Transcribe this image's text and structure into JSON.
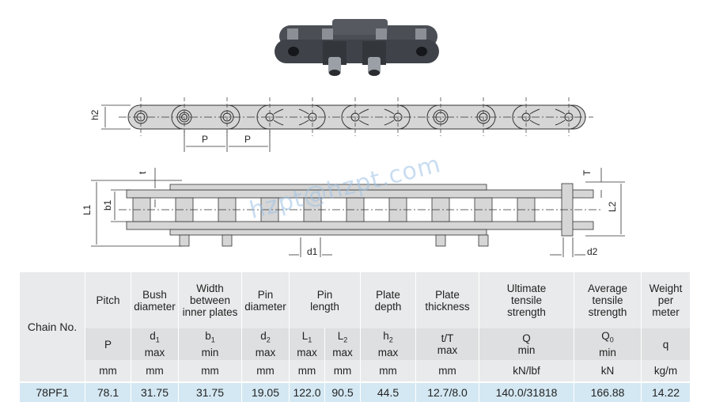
{
  "product": {
    "photo_label": "conveyor-chain-product-photo",
    "watermark": "hzpt@hzpt.com"
  },
  "diagrams": {
    "side_view": {
      "labels": {
        "height": "h2",
        "pitch_1": "P",
        "pitch_2": "P"
      }
    },
    "top_view": {
      "labels": {
        "inner_plate_thickness": "t",
        "outer_plate_thickness": "T",
        "inner_width": "b1",
        "pin_length_full": "L1",
        "pin_length_half": "L2",
        "bush_diameter": "d1",
        "pin_diameter": "d2"
      }
    }
  },
  "table": {
    "chain_no_header": "Chain No.",
    "columns": [
      {
        "name": "Pitch",
        "symbol": "P",
        "limit": "",
        "unit": "mm"
      },
      {
        "name": "Bush diameter",
        "symbol": "d1",
        "limit": "max",
        "unit": "mm"
      },
      {
        "name": "Width between inner plates",
        "symbol": "b1",
        "limit": "min",
        "unit": "mm"
      },
      {
        "name": "Pin diameter",
        "symbol": "d2",
        "limit": "max",
        "unit": "mm"
      },
      {
        "name": "Pin length",
        "symbol": "L1",
        "limit": "max",
        "unit": "mm"
      },
      {
        "name": "",
        "symbol": "L2",
        "limit": "max",
        "unit": "mm"
      },
      {
        "name": "Plate depth",
        "symbol": "h2",
        "limit": "max",
        "unit": "mm"
      },
      {
        "name": "Plate thickness",
        "symbol": "t/T",
        "limit": "max",
        "unit": "mm"
      },
      {
        "name": "Ultimate tensile strength",
        "symbol": "Q",
        "limit": "min",
        "unit": "kN/lbf"
      },
      {
        "name": "Average tensile strength",
        "symbol": "Q0",
        "limit": "min",
        "unit": "kN"
      },
      {
        "name": "Weight per meter",
        "symbol": "q",
        "limit": "",
        "unit": "kg/m"
      }
    ],
    "headers": {
      "pitch": [
        "Pitch"
      ],
      "bush": [
        "Bush",
        "diameter"
      ],
      "width": [
        "Width",
        "between",
        "inner plates"
      ],
      "pin_dia": [
        "Pin",
        "diameter"
      ],
      "pin_len": [
        "Pin",
        "length"
      ],
      "plate_depth": [
        "Plate",
        "depth"
      ],
      "plate_thick": [
        "Plate",
        "thickness"
      ],
      "ult": [
        "Ultimate",
        "tensile",
        "strength"
      ],
      "avg": [
        "Average",
        "tensile",
        "strength"
      ],
      "weight": [
        "Weight",
        "per",
        "meter"
      ]
    },
    "symbols": {
      "p": "P",
      "d1": "d",
      "d1_sub": "1",
      "d1_lim": "max",
      "b1": "b",
      "b1_sub": "1",
      "b1_lim": "min",
      "d2": "d",
      "d2_sub": "2",
      "d2_lim": "max",
      "l1": "L",
      "l1_sub": "1",
      "l1_lim": "max",
      "l2": "L",
      "l2_sub": "2",
      "l2_lim": "max",
      "h2": "h",
      "h2_sub": "2",
      "h2_lim": "max",
      "tT": "t/T",
      "tT_lim": "max",
      "q_ult": "Q",
      "q_ult_lim": "min",
      "q0": "Q",
      "q0_sub": "0",
      "q0_lim": "min",
      "q": "q"
    },
    "units": [
      "mm",
      "mm",
      "mm",
      "mm",
      "mm",
      "mm",
      "mm",
      "mm",
      "kN/lbf",
      "kN",
      "kg/m"
    ],
    "rows": [
      {
        "chain_no": "78PF1",
        "values": [
          "78.1",
          "31.75",
          "31.75",
          "19.05",
          "122.0",
          "90.5",
          "44.5",
          "12.7/8.0",
          "140.0/31818",
          "166.88",
          "14.22"
        ]
      }
    ]
  }
}
